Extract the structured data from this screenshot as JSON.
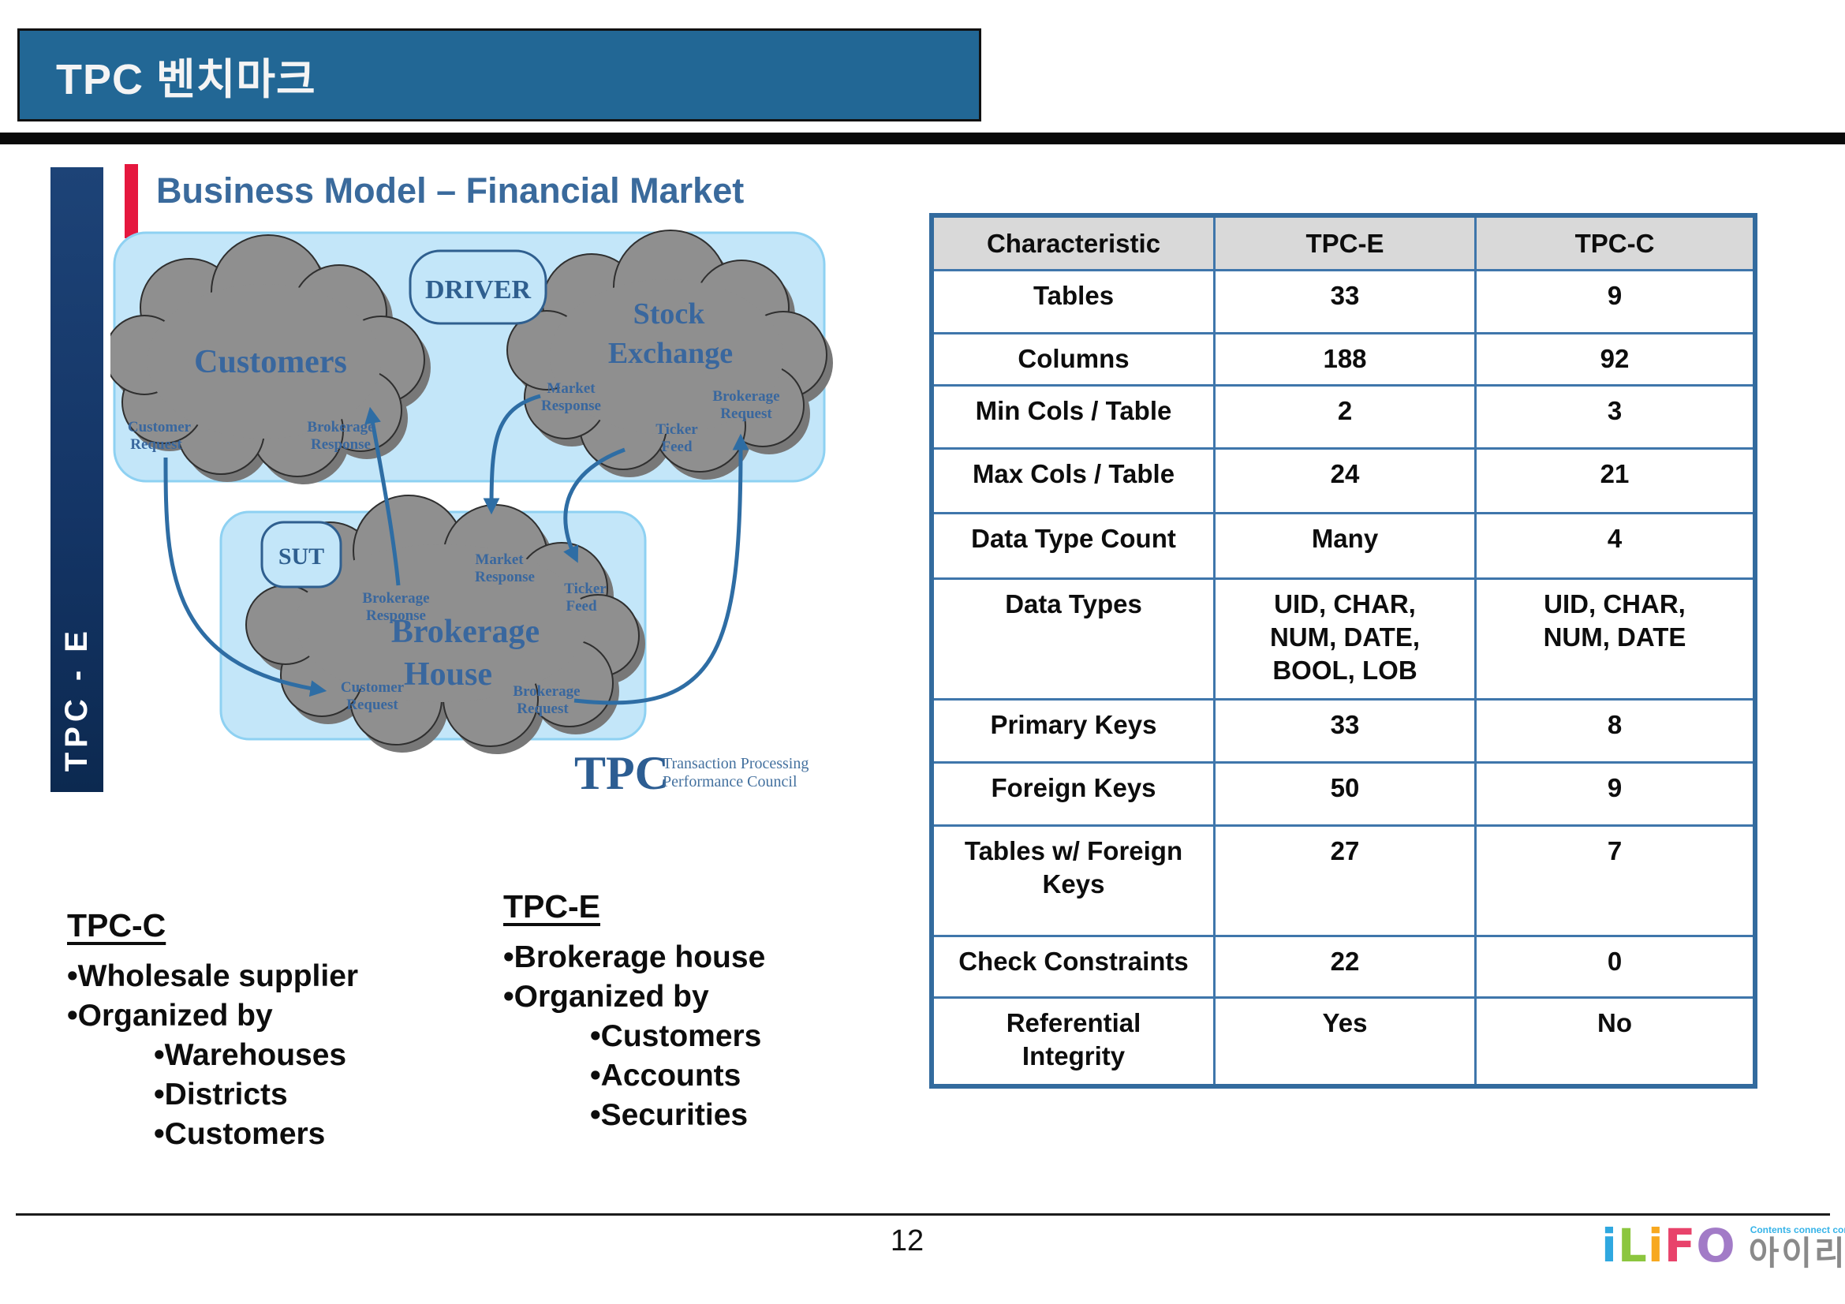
{
  "title_bar": {
    "text": "TPC 벤치마크"
  },
  "sidebar": {
    "label": "TPC - E"
  },
  "section": {
    "heading": "Business Model – Financial Market"
  },
  "diagram": {
    "driver_badge": "DRIVER",
    "sut_badge": "SUT",
    "clouds": {
      "customers": {
        "name": "Customers",
        "customer_request": [
          "Customer",
          "Request"
        ],
        "brokerage_response": [
          "Brokerage",
          "Response"
        ]
      },
      "stock_exchange": {
        "name": [
          "Stock",
          "Exchange"
        ],
        "market_response": [
          "Market",
          "Response"
        ],
        "brokerage_request": [
          "Brokerage",
          "Request"
        ],
        "ticker_feed": [
          "Ticker",
          "Feed"
        ]
      },
      "brokerage_house": {
        "name": [
          "Brokerage",
          "House"
        ],
        "brokerage_response": [
          "Brokerage",
          "Response"
        ],
        "market_response": [
          "Market",
          "Response"
        ],
        "ticker_feed": [
          "Ticker",
          "Feed"
        ],
        "customer_request": [
          "Customer",
          "Request"
        ],
        "brokerage_request": [
          "Brokerage",
          "Request"
        ]
      }
    },
    "tpc_logo": {
      "acronym": "TPC",
      "line1": "Transaction Processing",
      "line2": "Performance Council"
    }
  },
  "comparison_table": {
    "headers": [
      "Characteristic",
      "TPC-E",
      "TPC-C"
    ],
    "rows": [
      [
        "Tables",
        "33",
        "9"
      ],
      [
        "Columns",
        "188",
        "92"
      ],
      [
        "Min Cols / Table",
        "2",
        "3"
      ],
      [
        "Max Cols / Table",
        "24",
        "21"
      ],
      [
        "Data Type Count",
        "Many",
        "4"
      ],
      [
        "Data Types",
        "UID, CHAR,\nNUM, DATE,\nBOOL, LOB",
        "UID, CHAR,\nNUM, DATE"
      ],
      [
        "Primary Keys",
        "33",
        "8"
      ],
      [
        "Foreign Keys",
        "50",
        "9"
      ],
      [
        "Tables w/ Foreign\nKeys",
        "27",
        "7"
      ],
      [
        "Check Constraints",
        "22",
        "0"
      ],
      [
        "Referential\nIntegrity",
        "Yes",
        "No"
      ]
    ]
  },
  "lists": {
    "tpcc": {
      "title": "TPC-C",
      "items": [
        "•Wholesale supplier",
        "•Organized by",
        "•Warehouses",
        "•Districts",
        "•Customers"
      ]
    },
    "tpce": {
      "title": "TPC-E",
      "items": [
        "•Brokerage house",
        "•Organized by",
        "•Customers",
        "•Accounts",
        "•Securities"
      ]
    }
  },
  "footer": {
    "page_number": "12",
    "logo": {
      "letters": [
        {
          "ch": "i",
          "style": "color:#2FA8E0"
        },
        {
          "ch": "L",
          "style": "color:#8CC63F"
        },
        {
          "ch": "i",
          "style": "color:#F7A81F"
        },
        {
          "ch": "F",
          "style": "color:#E8436B"
        },
        {
          "ch": "O",
          "style": "color:#A27BC7"
        }
      ],
      "tagline": "Contents connect communications!",
      "korean": "아이리포"
    }
  },
  "colors": {
    "title_bar_bg": "#226795",
    "sidebar_navy": "#16386B",
    "accent_red": "#E5173E",
    "heading_blue": "#3A6A9C",
    "panel_blue": "#C3E6F9",
    "panel_border_blue": "#8ED1F2",
    "cloud_gray": "#8F8F8F",
    "cloud_text_blue": "#39679E",
    "arrow_blue": "#2E6DA4",
    "table_border_blue": "#336B9E",
    "table_header_gray": "#D9D9D9"
  }
}
